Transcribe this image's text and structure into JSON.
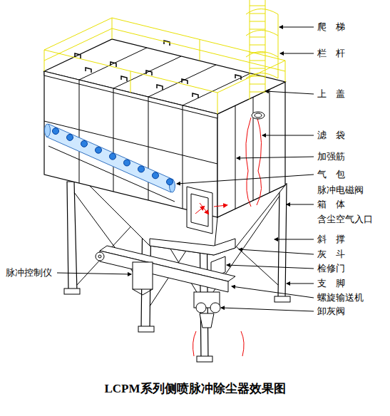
{
  "diagram": {
    "caption": "LCPM系列侧喷脉冲除尘器效果图",
    "labels": [
      "爬梯",
      "栏杆",
      "上盖",
      "滤袋",
      "加强筋",
      "气包",
      "脉冲电磁阀",
      "箱体",
      "含尘空气入口",
      "斜撑",
      "灰斗",
      "检修门",
      "支脚",
      "螺旋输送机",
      "卸灰阀",
      "脉冲控制仪"
    ]
  }
}
